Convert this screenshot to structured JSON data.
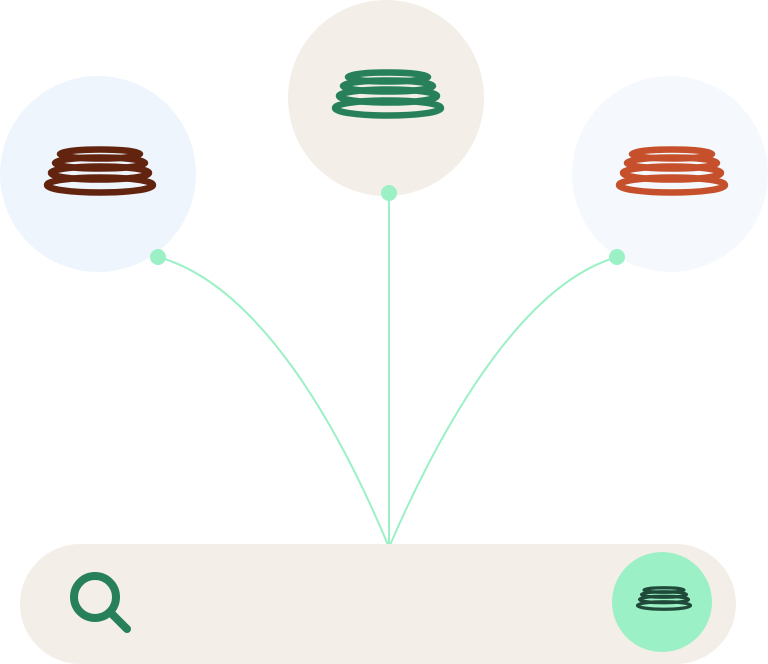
{
  "colors": {
    "connector_line": "#9bf1c5",
    "connector_dot": "#9bf1c5",
    "search_bar_bg": "#f3efe8",
    "search_icon": "#27805a",
    "search_button_bg": "#9bf1c5",
    "search_button_icon": "#1f4a3a"
  },
  "search_bar": {
    "search_icon": "search-icon",
    "action_icon": "coil-icon"
  },
  "nodes": [
    {
      "id": "left",
      "icon": "coil-icon",
      "circle_color": "#eef5fc",
      "icon_color": "#62230f"
    },
    {
      "id": "center",
      "icon": "coil-icon",
      "circle_color": "#f3efe8",
      "icon_color": "#27805a"
    },
    {
      "id": "right",
      "icon": "coil-icon",
      "circle_color": "#f5f9fd",
      "icon_color": "#c5502b"
    }
  ]
}
